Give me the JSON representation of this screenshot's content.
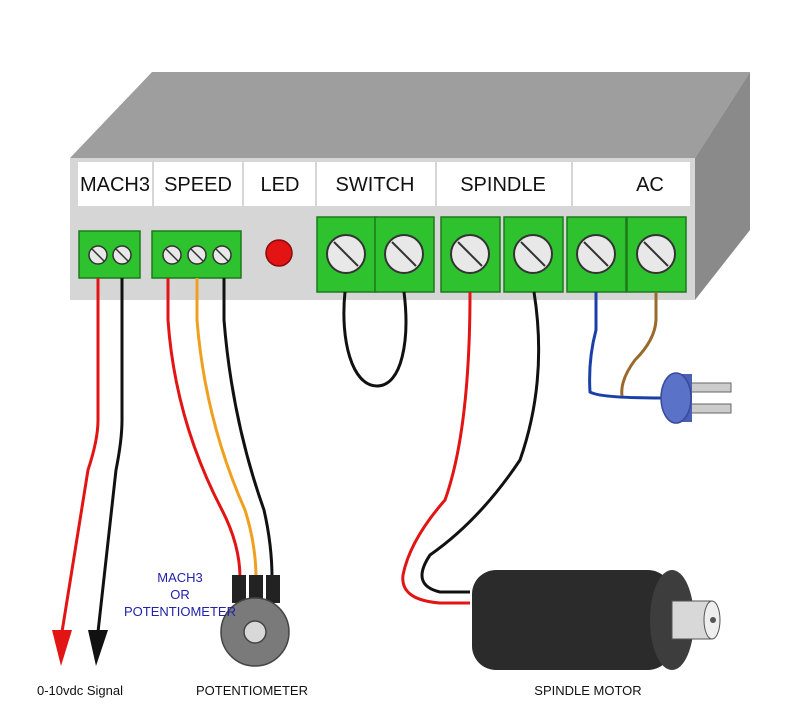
{
  "headers": {
    "mach3": "MACH3",
    "speed": "SPEED",
    "led": "LED",
    "switch": "SWITCH",
    "spindle": "SPINDLE",
    "ac": "AC"
  },
  "labels": {
    "signal": "0-10vdc Signal",
    "potentiometer": "POTENTIOMETER",
    "spindle_motor": "SPINDLE MOTOR",
    "note_line1": "MACH3",
    "note_line2": "OR",
    "note_line3": "POTENTIOMETER"
  },
  "colors": {
    "terminal_green": "#2ec22e",
    "box_top": "#9e9e9e",
    "box_side": "#8a8a8a",
    "box_front": "#d6d6d6",
    "led_red": "#e21414",
    "wire_red": "#e21414",
    "wire_black": "#111111",
    "wire_orange": "#f0a020",
    "wire_blue": "#1a3fa8",
    "wire_brown": "#9a6a2c",
    "plug_blue": "#5b72c9",
    "motor_dark": "#2b2b2b"
  }
}
